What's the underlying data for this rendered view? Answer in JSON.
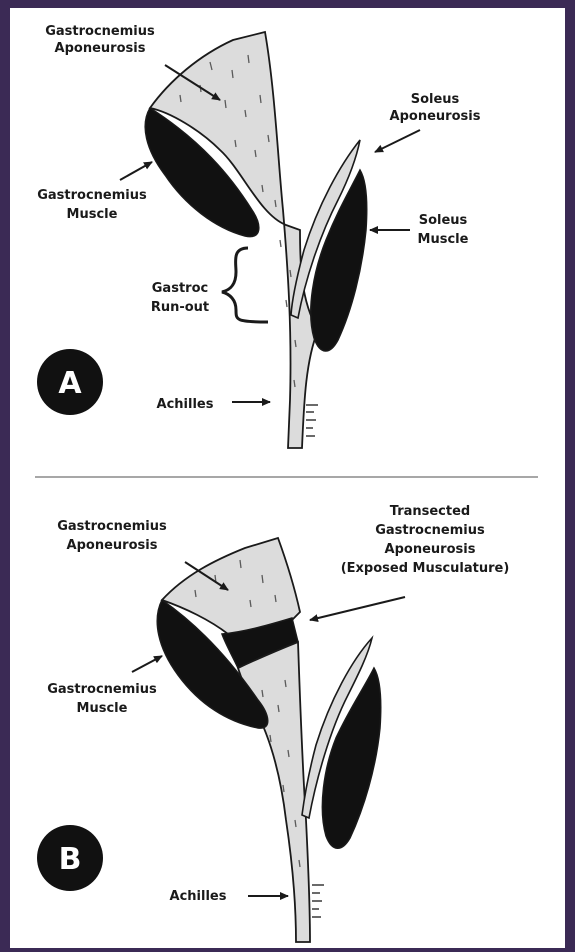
{
  "panel_a": {
    "badge": "A",
    "labels": {
      "gastroc_apon_1": "Gastrocnemius",
      "gastroc_apon_2": "Aponeurosis",
      "soleus_apon_1": "Soleus",
      "soleus_apon_2": "Aponeurosis",
      "gastroc_muscle_1": "Gastrocnemius",
      "gastroc_muscle_2": "Muscle",
      "soleus_muscle_1": "Soleus",
      "soleus_muscle_2": "Muscle",
      "runout_1": "Gastroc",
      "runout_2": "Run-out",
      "achilles": "Achilles"
    }
  },
  "panel_b": {
    "badge": "B",
    "labels": {
      "gastroc_apon_1": "Gastrocnemius",
      "gastroc_apon_2": "Aponeurosis",
      "transected_1": "Transected",
      "transected_2": "Gastrocnemius",
      "transected_3": "Aponeurosis",
      "transected_4": "(Exposed Musculature)",
      "gastroc_muscle_1": "Gastrocnemius",
      "gastroc_muscle_2": "Muscle",
      "achilles": "Achilles"
    }
  },
  "colors": {
    "frame": "#3b2a55",
    "background": "#ffffff",
    "aponeurosis_fill": "#dcdcdc",
    "muscle_fill": "#111111",
    "ink": "#1a1a1a"
  }
}
